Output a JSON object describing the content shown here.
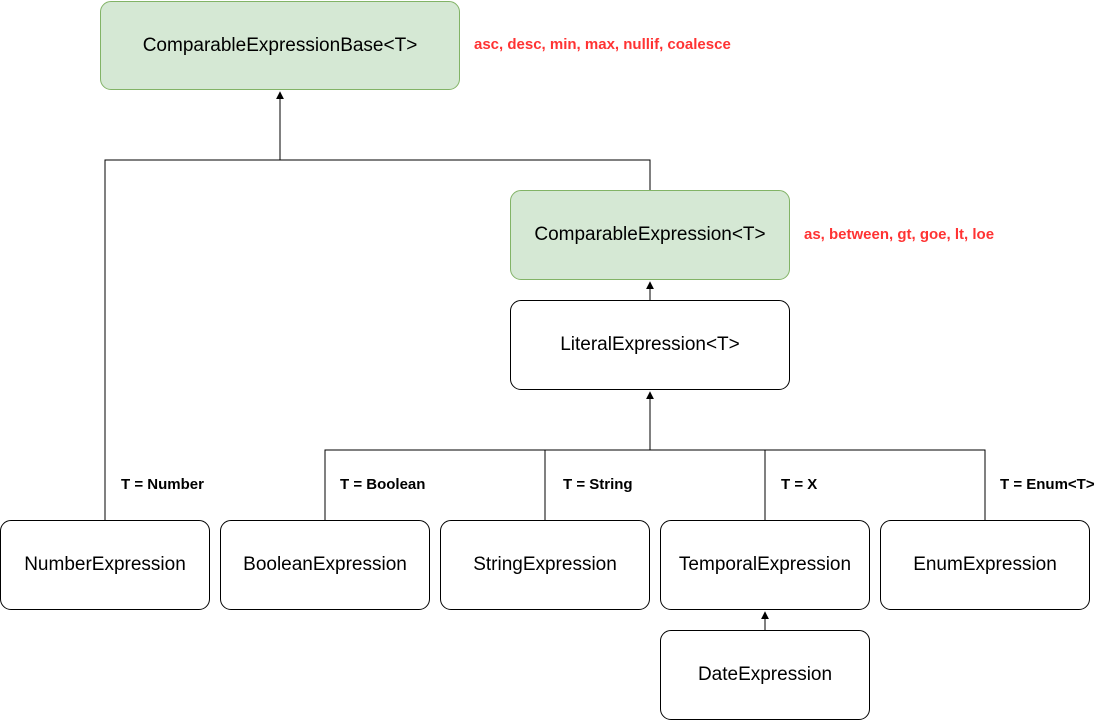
{
  "nodes": {
    "comparable_base": "ComparableExpressionBase<T>",
    "comparable": "ComparableExpression<T>",
    "literal": "LiteralExpression<T>",
    "number": "NumberExpression",
    "boolean": "BooleanExpression",
    "string": "StringExpression",
    "temporal": "TemporalExpression",
    "enum": "EnumExpression",
    "date": "DateExpression"
  },
  "annotations": {
    "base_methods": "asc, desc, min, max, nullif, coalesce",
    "comparable_methods": "as, between, gt, goe, lt, loe"
  },
  "type_labels": {
    "number": "T = Number",
    "boolean": "T = Boolean",
    "string": "T = String",
    "temporal": "T = X",
    "enum": "T = Enum<T>"
  },
  "colors": {
    "highlight_fill": "#d5e8d4",
    "highlight_border": "#82b366",
    "annotation_text": "#ff3333"
  }
}
